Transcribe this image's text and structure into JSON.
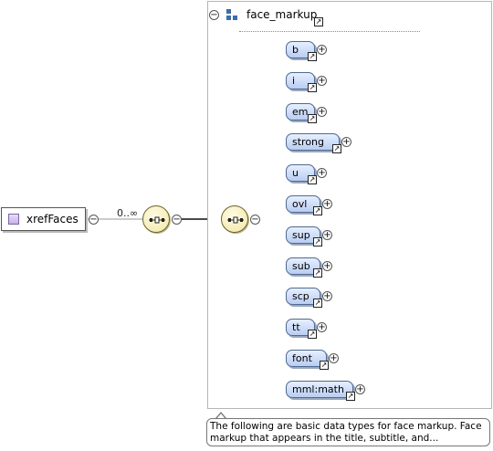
{
  "root": {
    "label": "xrefFaces",
    "occurrence": "0..∞"
  },
  "group": {
    "name": "face_markup"
  },
  "children": [
    {
      "label": "b"
    },
    {
      "label": "i"
    },
    {
      "label": "em"
    },
    {
      "label": "strong"
    },
    {
      "label": "u"
    },
    {
      "label": "ovl"
    },
    {
      "label": "sup"
    },
    {
      "label": "sub"
    },
    {
      "label": "scp"
    },
    {
      "label": "tt"
    },
    {
      "label": "font"
    },
    {
      "label": "mml:math"
    }
  ],
  "tooltip": {
    "text": "The following are basic data types for face markup. Face markup that appears in the title, subtitle, and..."
  },
  "colors": {
    "element_fill": "#c7d8f6",
    "compositor_fill": "#f6eebf",
    "root_icon": "#d6c6f0",
    "connector": "#4a4a4a"
  },
  "icons": {
    "collapse": "minus-circle-icon",
    "expand": "plus-circle-icon",
    "reference": "reference-arrow-icon",
    "sequence": "sequence-compositor-icon",
    "group": "group-icon"
  }
}
